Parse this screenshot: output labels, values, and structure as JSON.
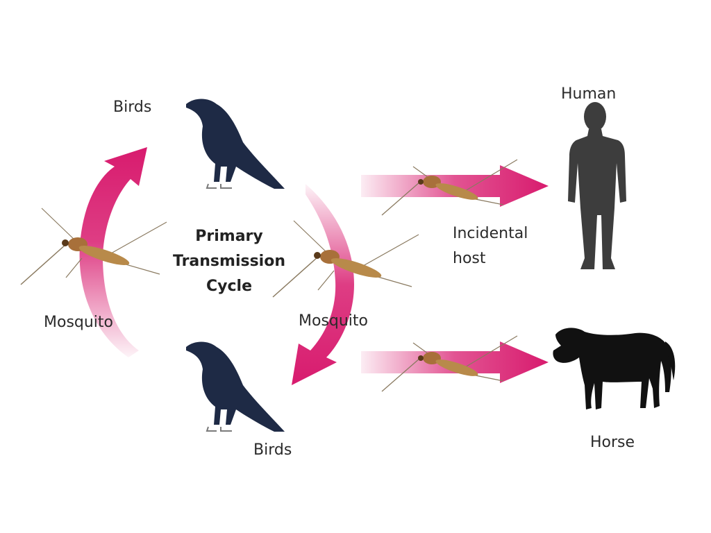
{
  "labels": {
    "birds_top": "Birds",
    "birds_bottom": "Birds",
    "mosquito_left": "Mosquito",
    "mosquito_right": "Mosquito",
    "incidental_line1": "Incidental",
    "incidental_line2": "host",
    "human": "Human",
    "horse": "Horse"
  },
  "cycle_title": [
    "Primary",
    "Transmission",
    "Cycle"
  ],
  "colors": {
    "arrow": "#d81b6e",
    "bird": "#1e2a45",
    "silhouette": "#3d3d3d",
    "horse": "#111111",
    "mosquito_body": "#b88a4a"
  },
  "icons": {
    "bird": "crow-icon",
    "mosquito": "mosquito-icon",
    "human": "human-silhouette-icon",
    "horse": "horse-silhouette-icon"
  }
}
